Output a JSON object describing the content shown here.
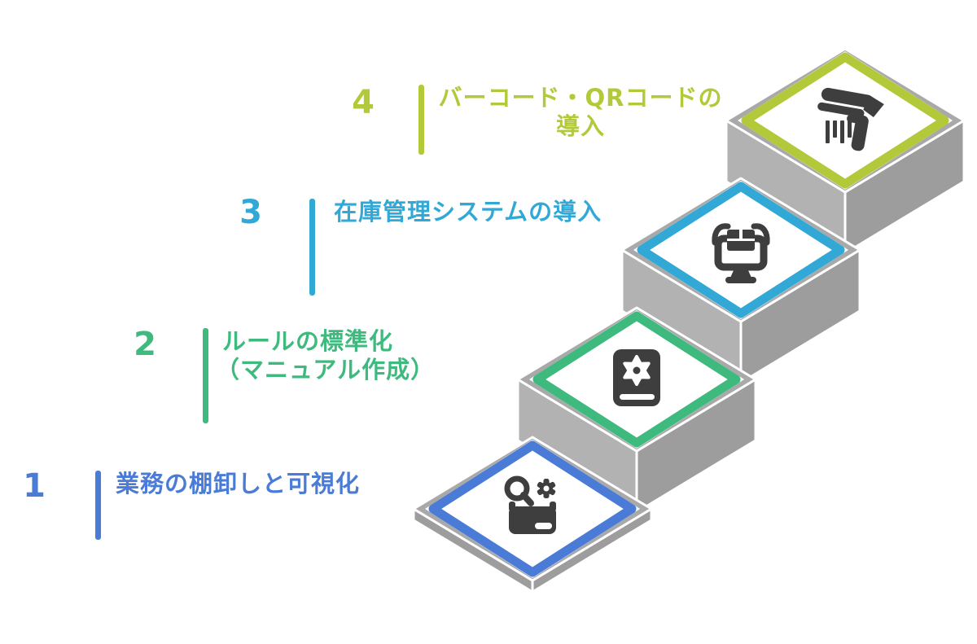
{
  "diagram": {
    "type": "staircase-4-steps",
    "background": "#ffffff",
    "platform_color": "#a9a9a9",
    "face_left_color": "#b2b2b2",
    "face_right_color": "#9d9d9d",
    "tile_fill": "#ffffff",
    "tile_outline": "#ffffff",
    "icon_color": "#3e3e3e"
  },
  "steps": [
    {
      "number": "1",
      "lines": [
        "業務の棚卸しと可視化"
      ],
      "color": "#4a7bd6",
      "icon": "search-gear-box-icon"
    },
    {
      "number": "2",
      "lines": [
        "ルールの標準化",
        "（マニュアル作成）"
      ],
      "color": "#3eba7e",
      "icon": "book-gear-icon"
    },
    {
      "number": "3",
      "lines": [
        "在庫管理システムの導入"
      ],
      "color": "#31a8d6",
      "icon": "monitor-box-icon"
    },
    {
      "number": "4",
      "lines": [
        "バーコード・QRコードの",
        "導入"
      ],
      "color": "#b3c93a",
      "icon": "barcode-scanner-icon"
    }
  ]
}
